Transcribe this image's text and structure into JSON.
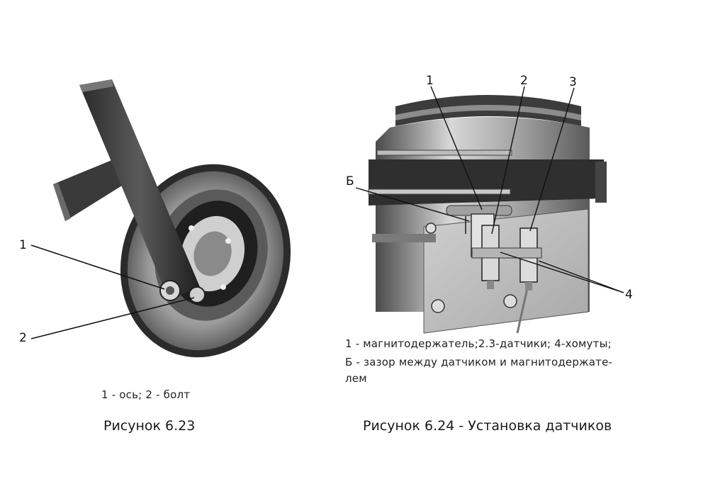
{
  "figure_left": {
    "callouts": [
      "1",
      "2"
    ],
    "legend": "1 - ось; 2 - болт",
    "caption": "Рисунок 6.23"
  },
  "figure_right": {
    "callouts": [
      "1",
      "2",
      "3",
      "Б",
      "4"
    ],
    "legend_line1": "1 - магнитодержатель;2.3-датчики; 4-хомуты;",
    "legend_line2": "Б  - зазор между датчиком и магнитодержате-",
    "legend_line3": "лем",
    "caption": "Рисунок 6.24 - Установка датчиков"
  }
}
